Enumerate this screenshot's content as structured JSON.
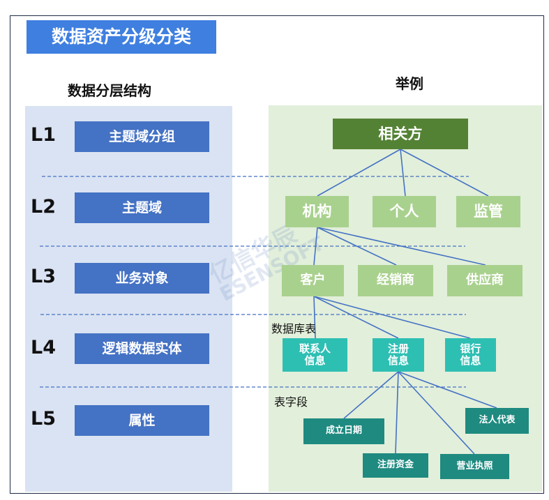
{
  "title": "数据资产分级分类",
  "left_header": "数据分层结构",
  "right_header": "举例",
  "levels": [
    {
      "id": "L1",
      "label": "主题域分组"
    },
    {
      "id": "L2",
      "label": "主题域"
    },
    {
      "id": "L3",
      "label": "业务对象"
    },
    {
      "id": "L4",
      "label": "逻辑数据实体"
    },
    {
      "id": "L5",
      "label": "属性"
    }
  ],
  "tree": {
    "l1": "相关方",
    "l2": [
      "机构",
      "个人",
      "监管"
    ],
    "l3": [
      "客户",
      "经销商",
      "供应商"
    ],
    "l4_note": "数据库表",
    "l4": [
      "联系人\n信息",
      "注册\n信息",
      "银行\n信息"
    ],
    "l5_note": "表字段",
    "l5": [
      "成立日期",
      "注册资金",
      "营业执照",
      "法人代表"
    ]
  },
  "watermark": [
    "亿信华辰",
    "ESENSOFT"
  ],
  "colors": {
    "title_bg": "#3f7fe0",
    "level_box": "#4472c4",
    "left_panel": "#dae3f3",
    "right_panel": "#e2efda",
    "node_dark": "#548235",
    "node_light": "#a9d18e",
    "node_teal": "#2ebfb3",
    "node_dark_teal": "#1f8a80",
    "connector": "#4472c4"
  }
}
